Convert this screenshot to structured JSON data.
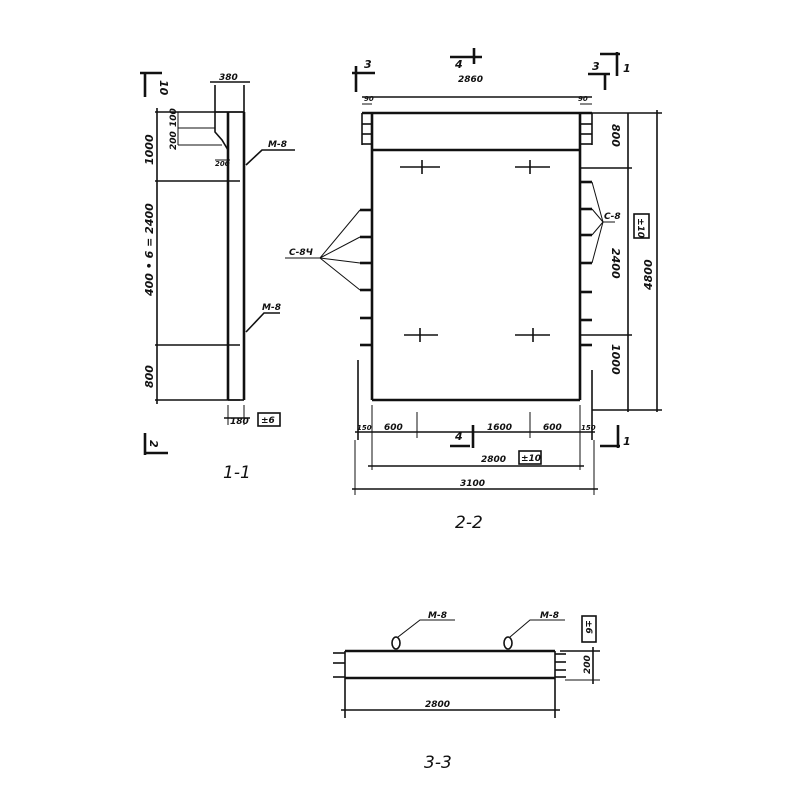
{
  "section_1_1": {
    "title": "1-1",
    "cut_mark_top": "10",
    "cut_mark_bottom": "2",
    "width_top": "380",
    "chamfer_dims": [
      "200",
      "100"
    ],
    "chamfer_offset": "200",
    "height_dims": [
      "1000",
      "400 • 6 = 2400",
      "800"
    ],
    "thickness": "180",
    "tolerance": "±6",
    "embedded_parts": [
      "М-8",
      "М-8"
    ]
  },
  "section_2_2": {
    "title": "2-2",
    "cut_marks": [
      "3",
      "4",
      "3",
      "1",
      "4",
      "1"
    ],
    "top_width": "2860",
    "edge_offsets": [
      "90",
      "90"
    ],
    "right_dims": [
      "800",
      "2400",
      "1000"
    ],
    "total_height": "4800",
    "height_tolerance": "±10",
    "bottom_dims": [
      "150",
      "600",
      "1600",
      "600",
      "150"
    ],
    "width": "2800",
    "width_tolerance": "±10",
    "total_width": "3100",
    "left_callout": "С-8Ч",
    "right_callout": "С-8"
  },
  "section_3_3": {
    "title": "3-3",
    "embedded_parts": [
      "М-8",
      "М-8"
    ],
    "tolerance": "±6",
    "thickness": "200",
    "width": "2800"
  }
}
